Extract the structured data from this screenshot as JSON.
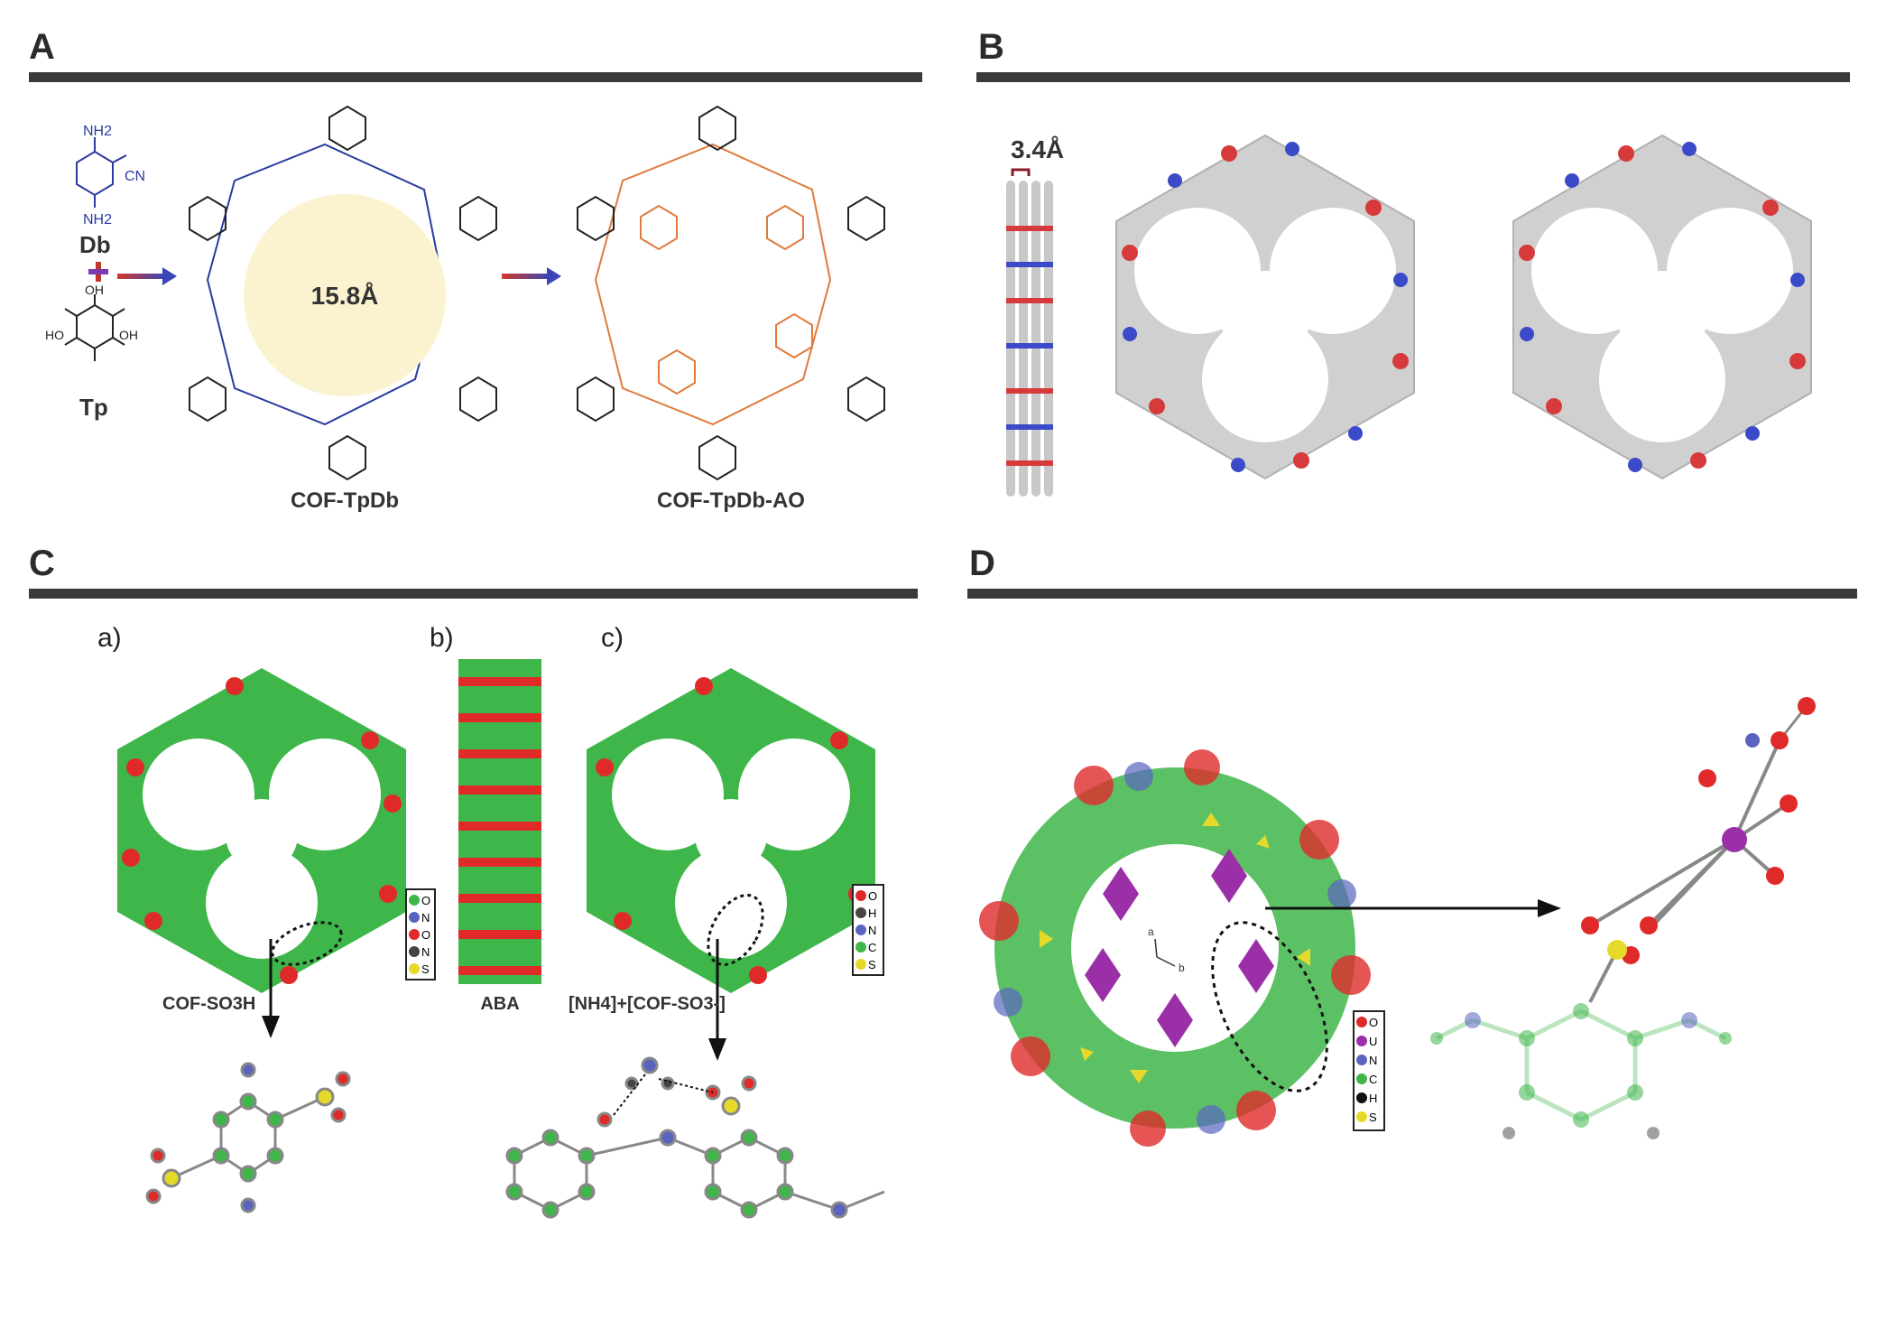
{
  "panels": {
    "A": {
      "letter": "A",
      "monomer_db": "Db",
      "monomer_tp": "Tp",
      "db_groups": {
        "nh2_top": "NH2",
        "cn": "CN",
        "nh2_bottom": "NH2"
      },
      "pore_size": "15.8Å",
      "cof1_name": "COF-TpDb",
      "cof2_name": "COF-TpDb-AO",
      "colors": {
        "cof1": "#2b3aa0",
        "cof2": "#e07a3c",
        "pore": "#fbf3cf",
        "arrow_start": "#d23a2a",
        "arrow_end": "#3b45b5"
      }
    },
    "B": {
      "letter": "B",
      "interlayer": "3.4Å",
      "colors": {
        "carbon": "#c8c8c8",
        "oxygen": "#d63a3a",
        "nitrogen": "#3a4ac8"
      }
    },
    "C": {
      "letter": "C",
      "sub_a": "a)",
      "sub_b": "b)",
      "sub_c": "c)",
      "label_a": "COF-SO3H",
      "label_b": "ABA",
      "label_c": "[NH4]+[COF-SO3-]",
      "legend_a": [
        "O",
        "N",
        "O",
        "N",
        "S"
      ],
      "legend_c": [
        "O",
        "H",
        "N",
        "C",
        "S"
      ],
      "colors": {
        "carbon": "#3fb64a",
        "oxygen": "#e02a2a",
        "nitrogen": "#5a64c0",
        "sulfur": "#e6d92a",
        "hydrogen": "#444444"
      }
    },
    "D": {
      "letter": "D",
      "axis_a": "a",
      "axis_b": "b",
      "legend": [
        "O",
        "U",
        "N",
        "C",
        "H",
        "S"
      ],
      "colors": {
        "uranium": "#9b2fa8",
        "carbon": "#3fb64a",
        "oxygen": "#e02a2a",
        "sulfur": "#e6d92a",
        "nitrogen": "#5a64c0"
      }
    }
  }
}
